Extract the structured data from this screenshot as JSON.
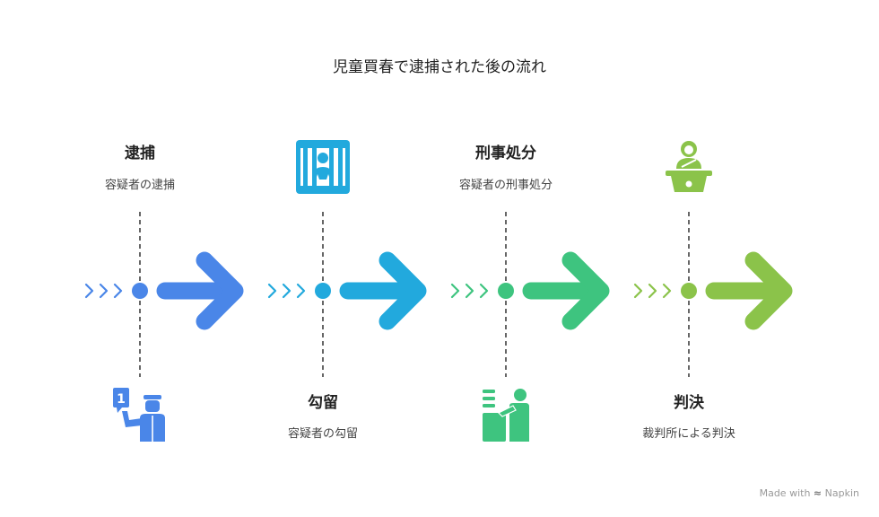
{
  "title": "児童買春で逮捕された後の流れ",
  "colors": {
    "step1": "#4a86e8",
    "step2": "#22a9dd",
    "step3": "#3ec47f",
    "step4": "#8bc34a"
  },
  "steps": [
    {
      "heading": "逮捕",
      "description": "容疑者の逮捕",
      "icon": "police-officer-icon"
    },
    {
      "heading": "勾留",
      "description": "容疑者の勾留",
      "icon": "prisoner-behind-bars-icon"
    },
    {
      "heading": "刑事処分",
      "description": "容疑者の刑事処分",
      "icon": "prosecutor-at-desk-icon"
    },
    {
      "heading": "判決",
      "description": "裁判所による判決",
      "icon": "judge-at-podium-icon"
    }
  ],
  "footer": {
    "prefix": "Made with",
    "brand": "Napkin"
  }
}
